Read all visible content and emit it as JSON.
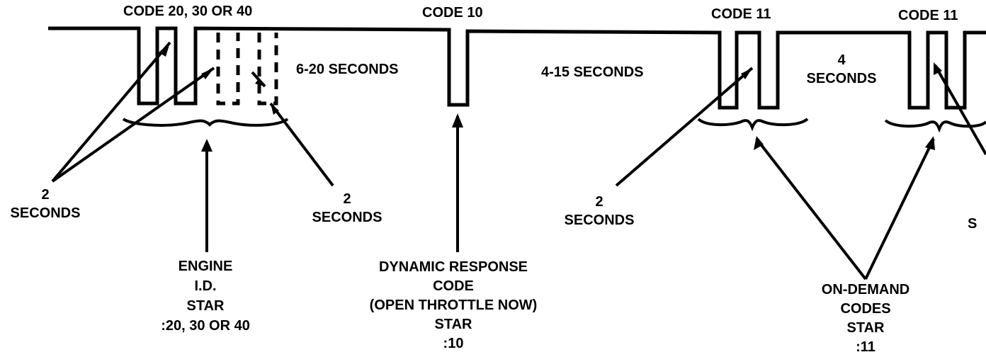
{
  "codes": {
    "engine_id": "CODE 20, 30 OR 40",
    "dynamic": "CODE 10",
    "on_demand_1": "CODE 11",
    "on_demand_2": "CODE 11"
  },
  "intervals": {
    "six_twenty": "6-20 SECONDS",
    "four_fifteen": "4-15 SECONDS",
    "four_line1": "4",
    "four_line2": "SECONDS"
  },
  "two_seconds": {
    "line1": "2",
    "line2": "SECONDS",
    "partial_right": "S"
  },
  "captions": {
    "engine_id": [
      "ENGINE",
      "I.D.",
      "STAR",
      ":20, 30 OR 40"
    ],
    "dynamic": [
      "DYNAMIC RESPONSE",
      "CODE",
      "(OPEN THROTTLE NOW)",
      "STAR",
      ":10"
    ],
    "on_demand": [
      "ON-DEMAND",
      "CODES",
      "STAR",
      ":11"
    ]
  },
  "colors": {
    "ink": "#000000",
    "paper": "#ffffff"
  }
}
